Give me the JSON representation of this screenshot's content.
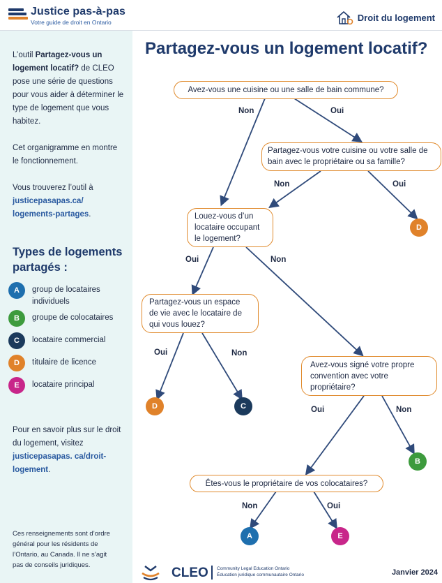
{
  "header": {
    "brand_title": "Justice pas-à-pas",
    "brand_subtitle": "Votre guide de droit en Ontario",
    "topic": "Droit du logement"
  },
  "title": "Partagez-vous un logement locatif?",
  "sidebar": {
    "intro_1_a": "L’outil ",
    "intro_1_b": "Partagez-vous un logement locatif?",
    "intro_1_c": " de CLEO pose une série de questions pour vous aider à déterminer le type de logement que vous habitez.",
    "intro_2": "Cet organigramme en montre le fonctionnement.",
    "intro_3_a": "Vous trouverez l’outil à ",
    "intro_3_link": "justicepasapas.ca/ logements-partages",
    "intro_3_c": ".",
    "types_title": "Types de logements partagés :",
    "legend": [
      {
        "letter": "A",
        "label": "group de locataires individuels",
        "color": "#1e6fae"
      },
      {
        "letter": "B",
        "label": "groupe de colocataires",
        "color": "#3d9b3d"
      },
      {
        "letter": "C",
        "label": "locataire commercial",
        "color": "#1b3a5c"
      },
      {
        "letter": "D",
        "label": "titulaire de licence",
        "color": "#e0822a"
      },
      {
        "letter": "E",
        "label": "locataire principal",
        "color": "#c8268a"
      }
    ],
    "more_a": "Pour en savoir plus sur le droit du logement, visitez ",
    "more_link": "justicepasapas. ca/droit-logement",
    "more_c": ".",
    "disclaimer": "Ces renseignements sont d’ordre général pour les résidents de l’Ontario, au Canada. Il ne s’agit pas de conseils juridiques."
  },
  "flow": {
    "q1": "Avez-vous une cuisine ou une salle de bain commune?",
    "q2": "Partagez-vous votre cuisine ou votre salle de bain avec le propriétaire ou sa famille?",
    "q3": "Louez-vous d’un locataire occupant le logement?",
    "q4": "Partagez-vous un espace de vie avec le locataire de qui vous louez?",
    "q5": "Avez-vous signé votre propre convention avec votre propriétaire?",
    "q6": "Êtes-vous le propriétaire de vos colocataires?",
    "yes": "Oui",
    "no": "Non",
    "outcome_a": "A",
    "outcome_b": "B",
    "outcome_c": "C",
    "outcome_d": "D",
    "outcome_e": "E"
  },
  "footer": {
    "org": "CLEO",
    "org_en": "Community Legal Education Ontario",
    "org_fr": "Éducation juridique communautaire Ontario",
    "date": "Janvier 2024"
  },
  "colors": {
    "navy": "#1f3a6b",
    "orange_border": "#e08a2c",
    "arrow": "#2f4a7a",
    "sidebar_bg": "#e9f5f5"
  }
}
